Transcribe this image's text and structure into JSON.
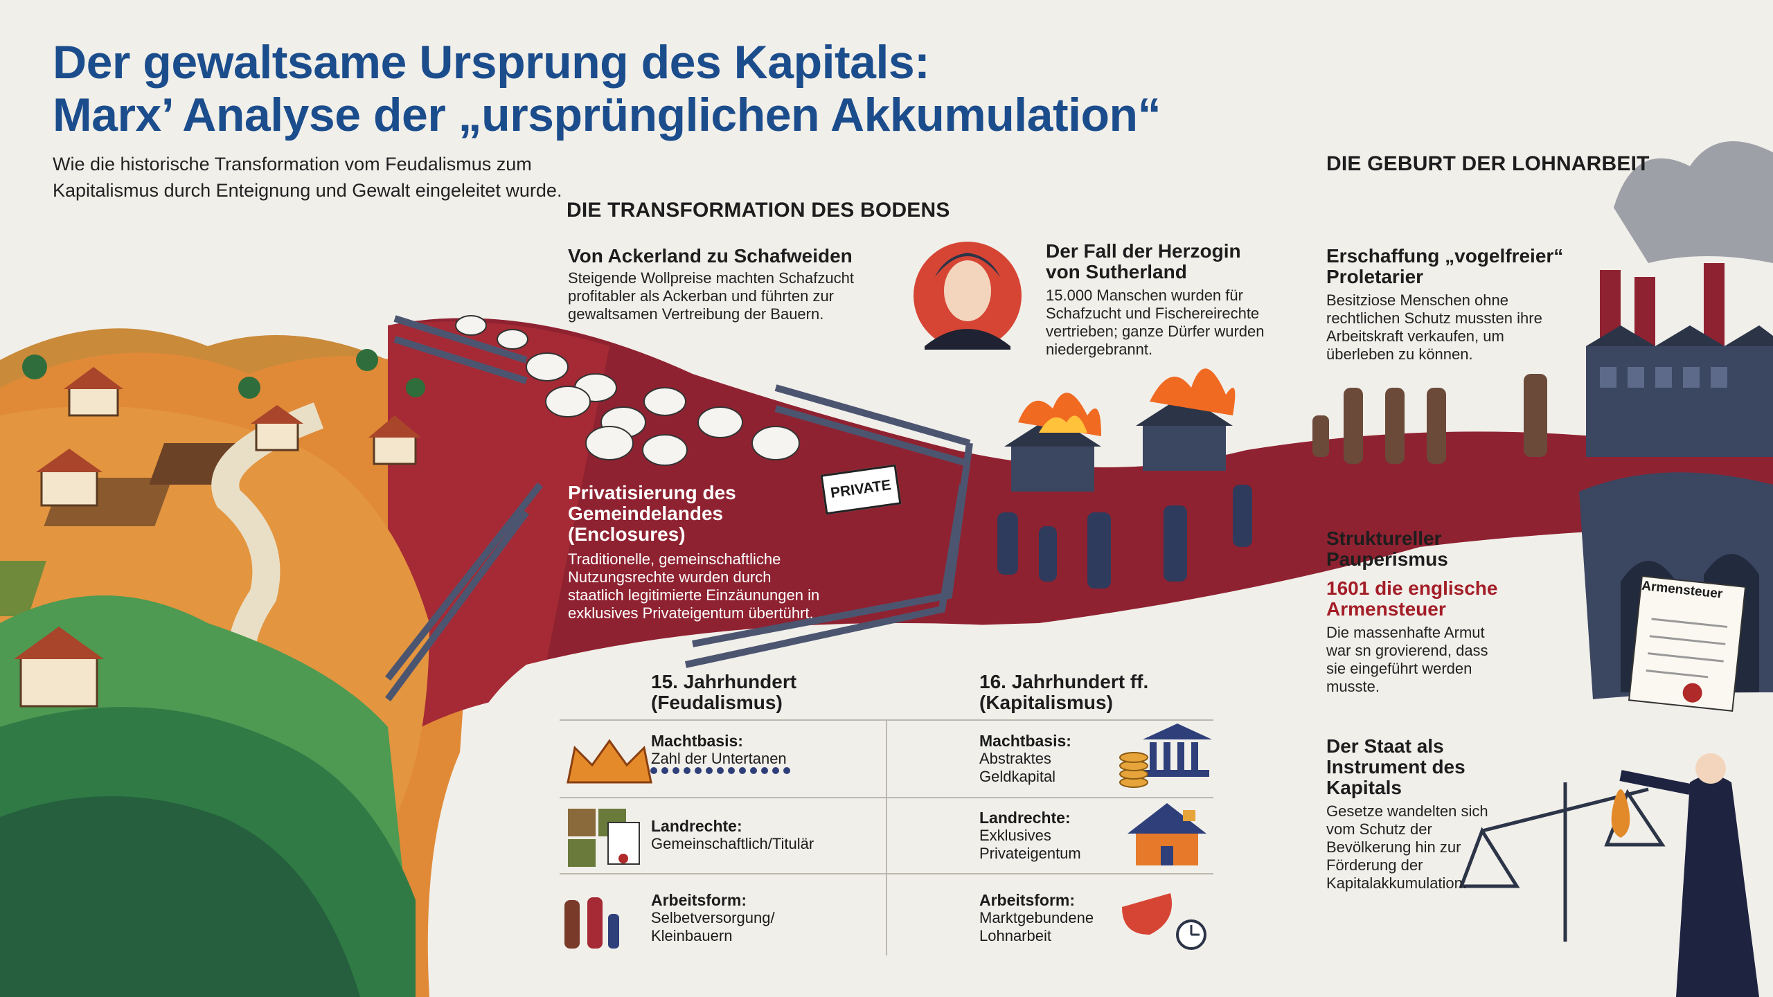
{
  "header": {
    "title_line1": "Der gewaltsame Ursprung des Kapitals:",
    "title_line2": "Marx’ Analyse der „ursprünglichen Akkumulation“",
    "subtitle": "Wie die historische Transformation vom Feudalismus zum Kapitalismus durch Enteignung und Gewalt eingeleitet wurde."
  },
  "transformation": {
    "section_title": "DIE TRANSFORMATION DES BODENS",
    "ackerland": {
      "heading": "Von Ackerland zu Schafweiden",
      "text": "Steigende Wollpreise machten Schafzucht profitabler als Ackerban und führten zur gewaltsamen Vertreibung der Bauern."
    },
    "sutherland": {
      "heading": "Der Fall der Herzogin von Sutherland",
      "text": "15.000 Manschen wurden für Schafzucht und Fischereirechte vertrieben; ganze Dürfer wurden niedergebrannt."
    },
    "enclosures": {
      "heading": "Privatisierung des Gemeindelandes (Enclosures)",
      "text": "Traditionelle, gemeinschaftliche Nutzungsrechte wurden durch staatlich legitimierte Einzäunungen in exklusives Privateigentum übertührt.",
      "sign": "PRIVATE"
    }
  },
  "comparison": {
    "left_header": "15. Jahrhundert (Feudalismus)",
    "right_header": "16. Jahrhundert ff. (Kapitalismus)",
    "rows": [
      {
        "left_label": "Machtbasis:",
        "left_value": "Zahl der Untertanen",
        "right_label": "Machtbasis:",
        "right_value": "Abstraktes Geldkapital"
      },
      {
        "left_label": "Landrechte:",
        "left_value": "Gemeinschaftlich/Titulär",
        "right_label": "Landrechte:",
        "right_value": "Exklusives Privateigentum"
      },
      {
        "left_label": "Arbeitsform:",
        "left_value": "Selbetversorgung/ Kleinbauern",
        "right_label": "Arbeitsform:",
        "right_value": "Marktgebundene Lohnarbeit"
      }
    ]
  },
  "lohnarbeit": {
    "section_title": "DIE GEBURT DER LOHNARBEIT",
    "vogelfrei": {
      "heading": "Erschaffung „vogelfreier“ Proletarier",
      "text": "Besitziose Menschen ohne rechtlichen Schutz mussten ihre Arbeitskraft verkaufen, um überleben zu können."
    },
    "pauperismus": {
      "heading": "Struktureller Pauperismus",
      "highlight": "1601 die englische Armensteuer",
      "text": "Die massenhafte Armut war sn grovierend, dass sie eingeführt werden musste.",
      "document_label": "Armensteuer"
    },
    "staat": {
      "heading": "Der Staat als Instrument des Kapitals",
      "text": "Gesetze wandelten sich vom Schutz der Bevölkerung hin zur Förderung der Kapitalakkumulation."
    }
  },
  "colors": {
    "title_blue": "#1b4d8c",
    "crimson": "#8f2231",
    "accent_red": "#a31d27",
    "field_orange": "#e07a2e",
    "hill_green": "#3e8a4a",
    "slate": "#3b4661"
  },
  "icons": [
    "crown-icon",
    "people-row-icon",
    "bank-icon",
    "coins-icon",
    "land-document-icon",
    "locked-house-icon",
    "farmer-family-icon",
    "whistle-icon",
    "clock-icon",
    "fire-icon",
    "sheep-icon",
    "factory-icon",
    "scales-icon",
    "duchess-portrait-icon"
  ]
}
